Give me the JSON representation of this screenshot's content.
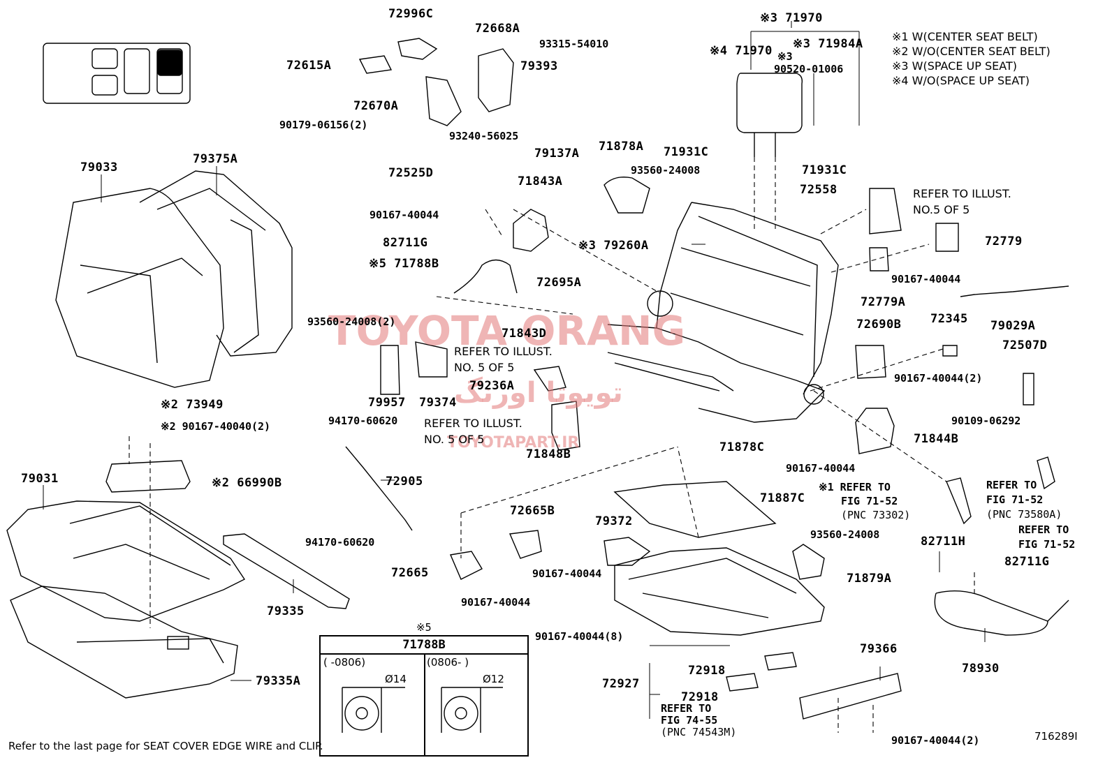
{
  "legend": [
    "※1 W(CENTER SEAT BELT)",
    "※2 W/O(CENTER SEAT BELT)",
    "※3 W(SPACE UP SEAT)",
    "※4 W/O(SPACE UP SEAT)"
  ],
  "watermark": {
    "main": "TOYOTA ORANG",
    "arabic": "تویوتا اورنگ",
    "site": "TOYOTAPART.IR"
  },
  "parts": [
    {
      "id": "p1",
      "text": "72996C"
    },
    {
      "id": "p2",
      "text": "72668A"
    },
    {
      "id": "p3",
      "text": "93315-54010"
    },
    {
      "id": "p4",
      "text": "72615A"
    },
    {
      "id": "p5",
      "text": "79393"
    },
    {
      "id": "p6",
      "text": "72670A"
    },
    {
      "id": "p7",
      "text": "90179-06156(2)"
    },
    {
      "id": "p8",
      "text": "93240-56025"
    },
    {
      "id": "p9",
      "text": "79137A"
    },
    {
      "id": "p10",
      "text": "72525D"
    },
    {
      "id": "p11",
      "text": "71843A"
    },
    {
      "id": "p12",
      "text": "90167-40044"
    },
    {
      "id": "p13",
      "text": "82711G"
    },
    {
      "id": "p14",
      "text": "※5 71788B"
    },
    {
      "id": "p15",
      "text": "72695A"
    },
    {
      "id": "p16",
      "text": "93560-24008(2)"
    },
    {
      "id": "p17",
      "text": "71843D"
    },
    {
      "id": "p18",
      "text": "79957"
    },
    {
      "id": "p19",
      "text": "79374"
    },
    {
      "id": "p20",
      "text": "79236A"
    },
    {
      "id": "p21",
      "text": "94170-60620"
    },
    {
      "id": "p22",
      "text": "72905"
    },
    {
      "id": "p23",
      "text": "94170-60620"
    },
    {
      "id": "p24",
      "text": "71848B"
    },
    {
      "id": "p25",
      "text": "※3 71970"
    },
    {
      "id": "p26",
      "text": "※4 71970"
    },
    {
      "id": "p27",
      "text": "※3 71984A"
    },
    {
      "id": "p28",
      "text": "※3"
    },
    {
      "id": "p29",
      "text": "90520-01006"
    },
    {
      "id": "p30",
      "text": "71878A"
    },
    {
      "id": "p31",
      "text": "71931C"
    },
    {
      "id": "p32",
      "text": "93560-24008"
    },
    {
      "id": "p33",
      "text": "71931C"
    },
    {
      "id": "p34",
      "text": "72558"
    },
    {
      "id": "p35",
      "text": "※3 79260A"
    },
    {
      "id": "p36",
      "text": "72779"
    },
    {
      "id": "p37",
      "text": "90167-40044"
    },
    {
      "id": "p38",
      "text": "72779A"
    },
    {
      "id": "p39",
      "text": "79029A"
    },
    {
      "id": "p40",
      "text": "72690B"
    },
    {
      "id": "p41",
      "text": "72345"
    },
    {
      "id": "p42",
      "text": "72507D"
    },
    {
      "id": "p43",
      "text": "90167-40044(2)"
    },
    {
      "id": "p44",
      "text": "90109-06292"
    },
    {
      "id": "p45",
      "text": "71844B"
    },
    {
      "id": "p46",
      "text": "71878C"
    },
    {
      "id": "p47",
      "text": "90167-40044"
    },
    {
      "id": "p48",
      "text": "71887C"
    },
    {
      "id": "p49",
      "text": "72665B"
    },
    {
      "id": "p50",
      "text": "79372"
    },
    {
      "id": "p51",
      "text": "93560-24008"
    },
    {
      "id": "p52",
      "text": "72665"
    },
    {
      "id": "p53",
      "text": "90167-40044"
    },
    {
      "id": "p54",
      "text": "90167-40044"
    },
    {
      "id": "p55",
      "text": "71879A"
    },
    {
      "id": "p56",
      "text": "82711H"
    },
    {
      "id": "p57",
      "text": "82711G"
    },
    {
      "id": "p58",
      "text": "90167-40044(8)"
    },
    {
      "id": "p59",
      "text": "72927"
    },
    {
      "id": "p60",
      "text": "72918"
    },
    {
      "id": "p61",
      "text": "72918"
    },
    {
      "id": "p62",
      "text": "79366"
    },
    {
      "id": "p63",
      "text": "78930"
    },
    {
      "id": "p64",
      "text": "90167-40044(2)"
    },
    {
      "id": "p65",
      "text": "79033"
    },
    {
      "id": "p66",
      "text": "79375A"
    },
    {
      "id": "p67",
      "text": "※2 73949"
    },
    {
      "id": "p68",
      "text": "※2 90167-40040(2)"
    },
    {
      "id": "p69",
      "text": "79031"
    },
    {
      "id": "p70",
      "text": "※2 66990B"
    },
    {
      "id": "p71",
      "text": "79335"
    },
    {
      "id": "p72",
      "text": "79335A"
    }
  ],
  "refs": [
    {
      "id": "r1",
      "lines": [
        "REFER TO ILLUST.",
        "NO.5 OF 5"
      ]
    },
    {
      "id": "r2",
      "lines": [
        "REFER TO ILLUST.",
        "NO. 5 OF 5"
      ]
    },
    {
      "id": "r3",
      "lines": [
        "REFER TO ILLUST.",
        "NO. 5 OF 5"
      ]
    },
    {
      "id": "r4",
      "lines": [
        "※1 REFER TO",
        "FIG 71-52",
        "(PNC 73302)"
      ]
    },
    {
      "id": "r5",
      "lines": [
        "REFER TO",
        "FIG 71-52",
        "(PNC 73580A)"
      ]
    },
    {
      "id": "r6",
      "lines": [
        "REFER TO",
        "FIG 71-52"
      ]
    },
    {
      "id": "r7",
      "lines": [
        "REFER TO",
        "FIG 74-55",
        "(PNC 74543M)"
      ]
    }
  ],
  "inset": {
    "mark": "※5",
    "title": "71788B",
    "left": {
      "range": "(     -0806)",
      "dia": "Ø14"
    },
    "right": {
      "range": "(0806-      )",
      "dia": "Ø12"
    }
  },
  "footer": "Refer to the last page for SEAT COVER EDGE WIRE and CLIP.",
  "figure_id": "716289I"
}
